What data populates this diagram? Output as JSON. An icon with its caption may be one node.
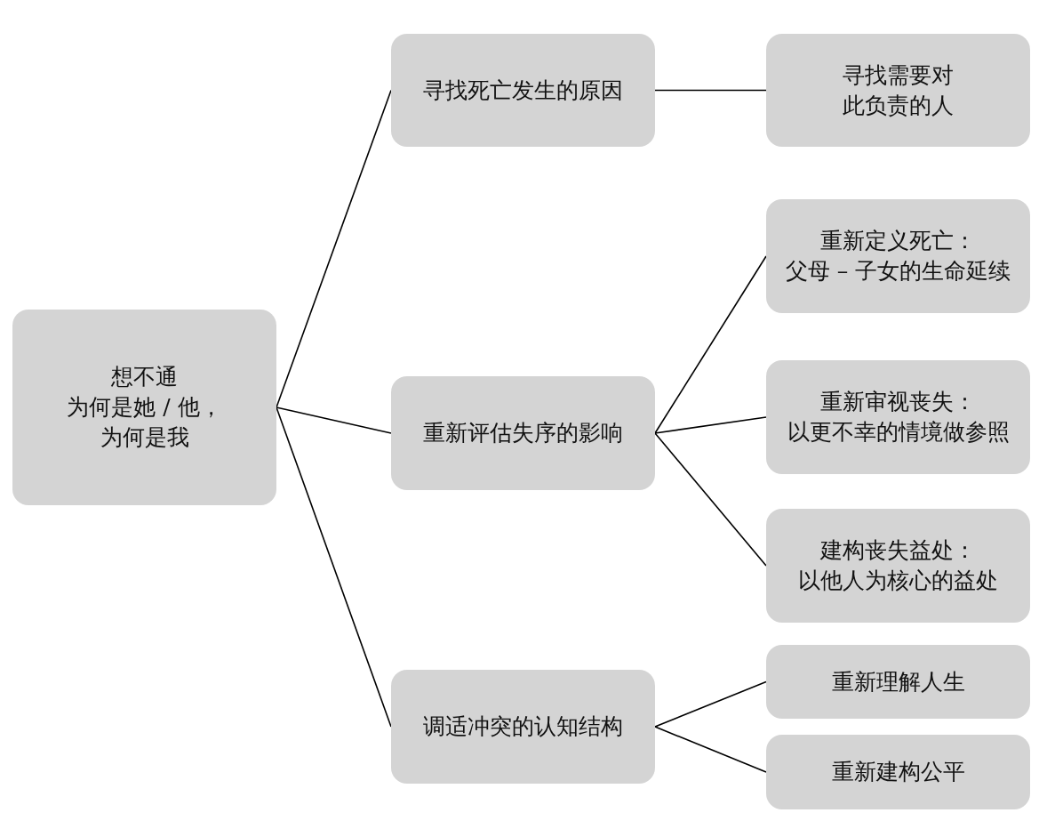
{
  "diagram": {
    "nodes": [
      {
        "text": [
          "想不通",
          "为何是她 / 他，为何是我"
        ]
      },
      {
        "text": [
          "寻找死亡发生的原因"
        ]
      },
      {
        "text": [
          "重新评估失序的影响"
        ]
      },
      {
        "text": [
          "调适冲突的认知结构"
        ]
      },
      {
        "text": [
          "寻找需要对此负责的人"
        ]
      },
      {
        "text": [
          "重新定义死亡：",
          "父母 – 子女的生命延续"
        ]
      },
      {
        "text": [
          "重新审视丧失：",
          "以更不幸的情境做参照"
        ]
      },
      {
        "text": [
          "建构丧失益处：",
          "以他人为核心的益处"
        ]
      },
      {
        "text": [
          "重新理解人生"
        ]
      },
      {
        "text": [
          "重新建构公平"
        ]
      }
    ],
    "edges": [
      {
        "from": 0,
        "to": 1,
        "arrow": "none"
      },
      {
        "from": 0,
        "to": 2,
        "arrow": "none"
      },
      {
        "from": 0,
        "to": 3,
        "arrow": "none"
      },
      {
        "from": 1,
        "to": 4,
        "arrow": "none"
      },
      {
        "from": 2,
        "to": 5,
        "arrow": "none"
      },
      {
        "from": 2,
        "to": 6,
        "arrow": "none"
      },
      {
        "from": 2,
        "to": 7,
        "arrow": "none"
      },
      {
        "from": 3,
        "to": 8,
        "arrow": "none"
      },
      {
        "from": 3,
        "to": 9,
        "arrow": "none"
      }
    ]
  }
}
